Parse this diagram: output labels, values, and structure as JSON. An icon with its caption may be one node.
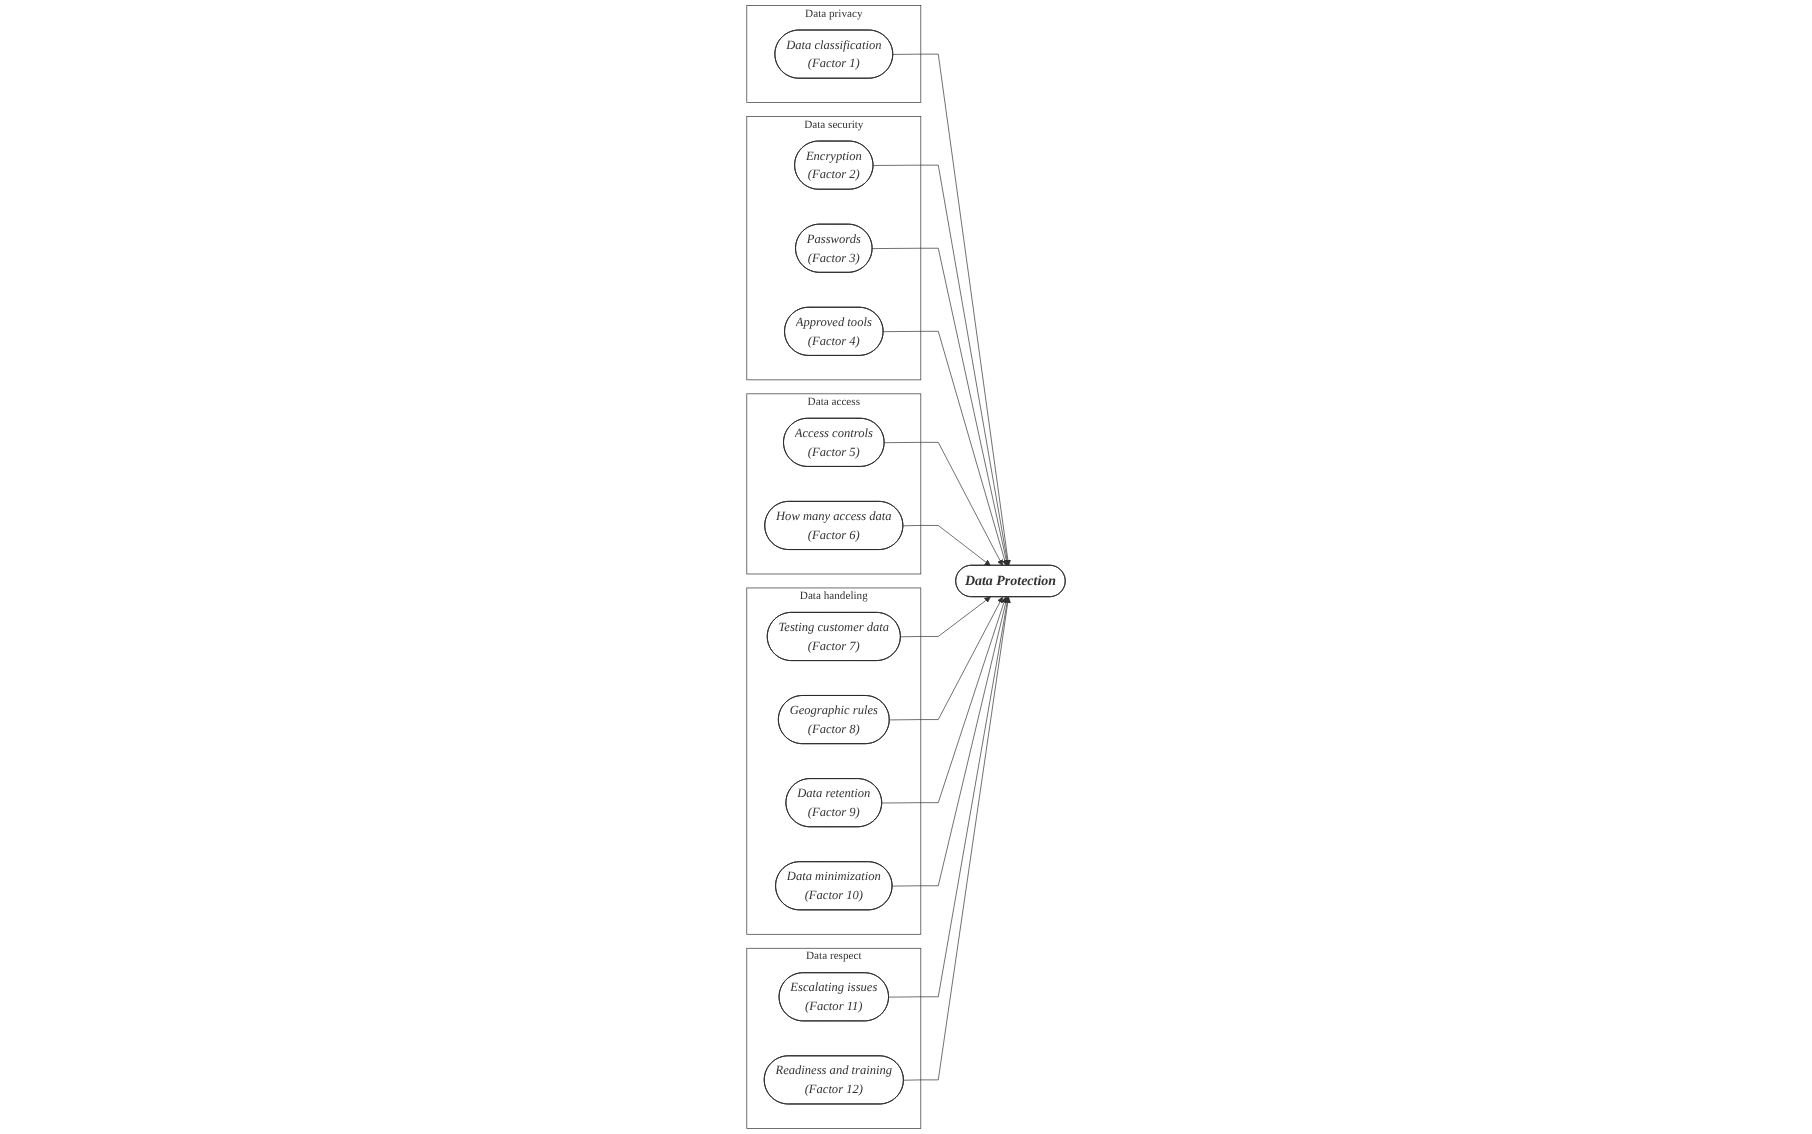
{
  "diagram": {
    "nodes": [
      {
        "text": [
          "Data privacy"
        ]
      },
      {
        "text": [
          "Data classification",
          "(Factor 1)"
        ],
        "in": 0
      },
      {
        "text": [
          "Data security"
        ]
      },
      {
        "text": [
          "Encryption",
          "(Factor 2)"
        ],
        "in": 2
      },
      {
        "text": [
          "Passwords",
          "(Factor 3)"
        ],
        "in": 2
      },
      {
        "text": [
          "Approved tools",
          "(Factor 4)"
        ],
        "in": 2
      },
      {
        "text": [
          "Data access"
        ]
      },
      {
        "text": [
          "Access controls",
          "(Factor 5)"
        ],
        "in": 6
      },
      {
        "text": [
          "How many access data",
          "(Factor 6)"
        ],
        "in": 6
      },
      {
        "text": [
          "Data Protection"
        ]
      },
      {
        "text": [
          "Data handeling"
        ]
      },
      {
        "text": [
          "Testing customer data",
          "(Factor 7)"
        ],
        "in": 10
      },
      {
        "text": [
          "Geographic rules",
          "(Factor 8)"
        ],
        "in": 10
      },
      {
        "text": [
          "Data retention",
          "(Factor 9)"
        ],
        "in": 10
      },
      {
        "text": [
          "Data minimization",
          "(Factor 10)"
        ],
        "in": 10
      },
      {
        "text": [
          "Data respect"
        ]
      },
      {
        "text": [
          "Escalating issues",
          "(Factor 11)"
        ],
        "in": 15
      },
      {
        "text": [
          "Readiness and training",
          "(Factor 12)"
        ],
        "in": 15
      }
    ],
    "edges": [
      {
        "from": 1,
        "to": 9,
        "arrow": "to"
      },
      {
        "from": 3,
        "to": 9,
        "arrow": "to"
      },
      {
        "from": 4,
        "to": 9,
        "arrow": "to"
      },
      {
        "from": 5,
        "to": 9,
        "arrow": "to"
      },
      {
        "from": 7,
        "to": 9,
        "arrow": "to"
      },
      {
        "from": 8,
        "to": 9,
        "arrow": "to"
      },
      {
        "from": 11,
        "to": 9,
        "arrow": "to"
      },
      {
        "from": 12,
        "to": 9,
        "arrow": "to"
      },
      {
        "from": 13,
        "to": 9,
        "arrow": "to"
      },
      {
        "from": 14,
        "to": 9,
        "arrow": "to"
      },
      {
        "from": 16,
        "to": 9,
        "arrow": "to"
      },
      {
        "from": 17,
        "to": 9,
        "arrow": "to"
      }
    ]
  }
}
